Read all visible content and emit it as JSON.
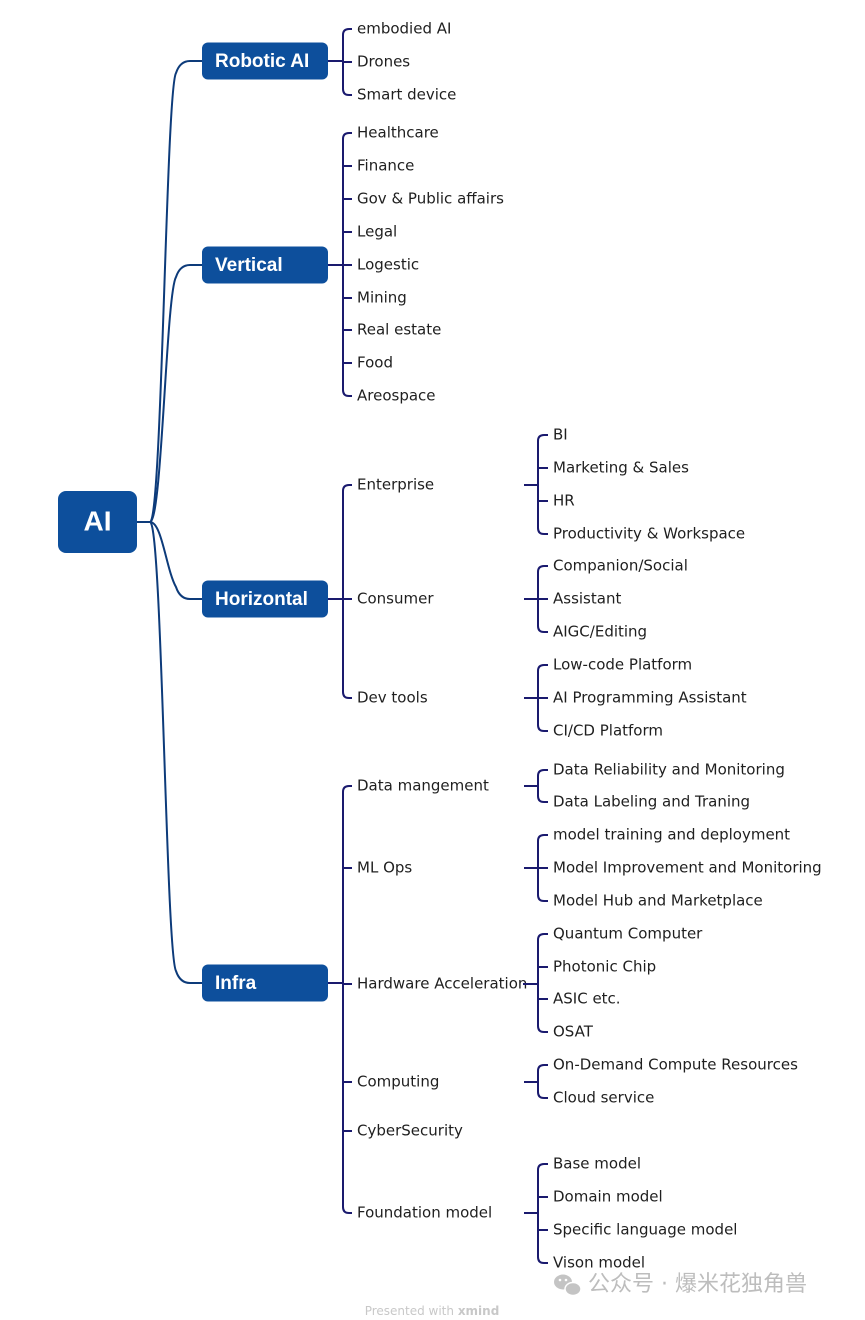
{
  "root": {
    "label": "AI"
  },
  "branches": [
    {
      "label": "Robotic AI",
      "children": [
        {
          "label": "embodied AI"
        },
        {
          "label": "Drones"
        },
        {
          "label": "Smart device"
        }
      ]
    },
    {
      "label": "Vertical",
      "children": [
        {
          "label": "Healthcare"
        },
        {
          "label": "Finance"
        },
        {
          "label": "Gov & Public affairs"
        },
        {
          "label": "Legal"
        },
        {
          "label": "Logestic"
        },
        {
          "label": "Mining"
        },
        {
          "label": "Real estate"
        },
        {
          "label": "Food"
        },
        {
          "label": "Areospace"
        }
      ]
    },
    {
      "label": "Horizontal",
      "children": [
        {
          "label": "Enterprise",
          "children": [
            {
              "label": "BI"
            },
            {
              "label": "Marketing & Sales"
            },
            {
              "label": "HR"
            },
            {
              "label": "Productivity & Workspace"
            }
          ]
        },
        {
          "label": "Consumer",
          "children": [
            {
              "label": "Companion/Social"
            },
            {
              "label": "Assistant"
            },
            {
              "label": "AIGC/Editing"
            }
          ]
        },
        {
          "label": "Dev tools",
          "children": [
            {
              "label": " Low-code Platform"
            },
            {
              "label": " AI Programming Assistant"
            },
            {
              "label": "CI/CD Platform"
            }
          ]
        }
      ]
    },
    {
      "label": "Infra",
      "children": [
        {
          "label": "Data mangement",
          "children": [
            {
              "label": "Data Reliability and Monitoring"
            },
            {
              "label": "Data Labeling and Traning"
            }
          ]
        },
        {
          "label": "ML Ops",
          "children": [
            {
              "label": "model training and deployment"
            },
            {
              "label": "Model Improvement and Monitoring"
            },
            {
              "label": "Model Hub and Marketplace"
            }
          ]
        },
        {
          "label": "Hardware Acceleration",
          "children": [
            {
              "label": "Quantum Computer"
            },
            {
              "label": "Photonic Chip"
            },
            {
              "label": "ASIC etc."
            },
            {
              "label": "OSAT"
            }
          ]
        },
        {
          "label": "Computing",
          "children": [
            {
              "label": "On-Demand Compute Resources"
            },
            {
              "label": "Cloud service"
            }
          ]
        },
        {
          "label": "CyberSecurity"
        },
        {
          "label": "Foundation model",
          "children": [
            {
              "label": "Base model"
            },
            {
              "label": "Domain model"
            },
            {
              "label": "Specific language model"
            },
            {
              "label": "Vison model"
            }
          ]
        }
      ]
    }
  ],
  "footer": {
    "presented_with": "Presented with",
    "brand": "xmind"
  },
  "watermark": {
    "text": "公众号 · 爆米花独角兽",
    "icon": "wechat-icon"
  },
  "colors": {
    "node_fill": "#0d4f9c",
    "node_text": "#ffffff",
    "edge": "#0d3b7a",
    "leaf_text": "#1f1f1f"
  }
}
